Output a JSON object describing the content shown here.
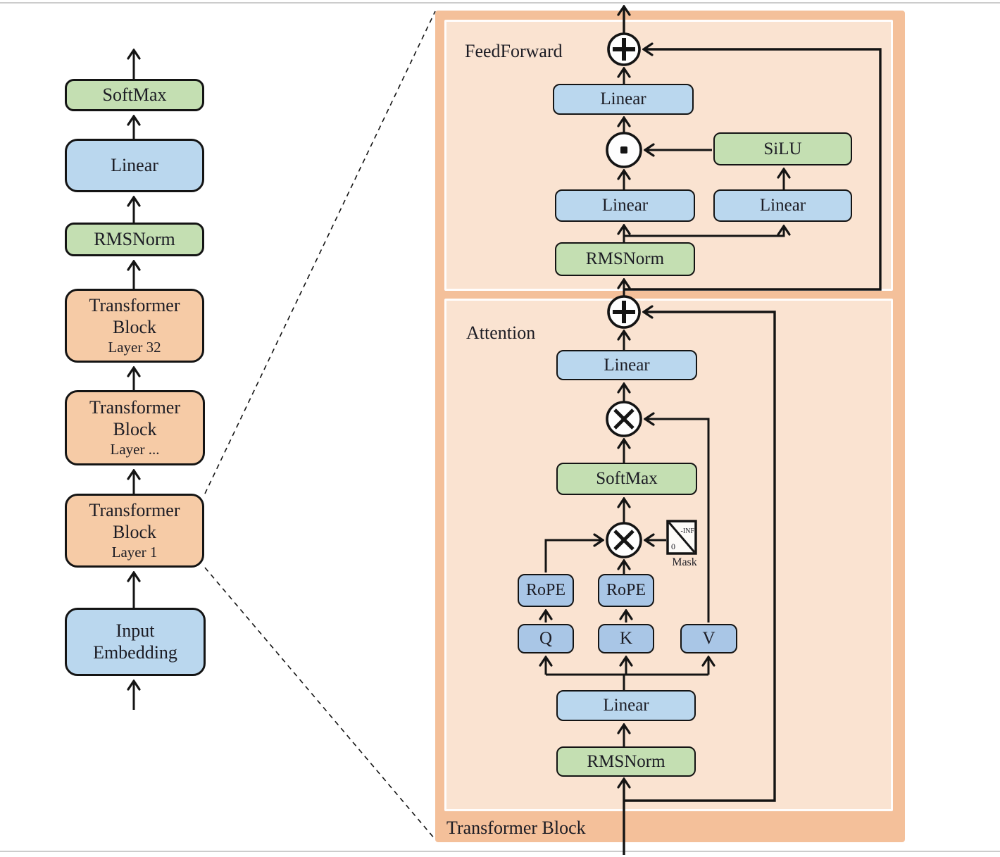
{
  "colors": {
    "panel_outer": "#f4c09a",
    "panel_inner": "#fae3d1",
    "box_green": "#c4dfb2",
    "box_blue": "#bad7ee",
    "box_qkv": "#a9c6e6",
    "box_orange": "#f6cba6",
    "line": "#141414",
    "frame_line": "#cccccc",
    "background": "#ffffff"
  },
  "left_column": {
    "softmax": "SoftMax",
    "linear": "Linear",
    "rmsnorm": "RMSNorm",
    "block32": {
      "title1": "Transformer",
      "title2": "Block",
      "layer": "Layer 32"
    },
    "block_mid": {
      "title1": "Transformer",
      "title2": "Block",
      "layer": "Layer ..."
    },
    "block1": {
      "title1": "Transformer",
      "title2": "Block",
      "layer": "Layer 1"
    },
    "input_embedding": {
      "line1": "Input",
      "line2": "Embedding"
    }
  },
  "detail_panel": {
    "title": "Transformer Block",
    "feedforward": {
      "label": "FeedForward",
      "linear_out": "Linear",
      "silu": "SiLU",
      "linear_gate": "Linear",
      "linear_up": "Linear",
      "rmsnorm": "RMSNorm"
    },
    "attention": {
      "label": "Attention",
      "linear_out": "Linear",
      "softmax": "SoftMax",
      "rope_q": "RoPE",
      "rope_k": "RoPE",
      "q": "Q",
      "k": "K",
      "v": "V",
      "mask": {
        "neg_inf": "-INF",
        "zero": "0",
        "label": "Mask"
      },
      "linear_qkv": "Linear",
      "rmsnorm": "RMSNorm"
    }
  }
}
